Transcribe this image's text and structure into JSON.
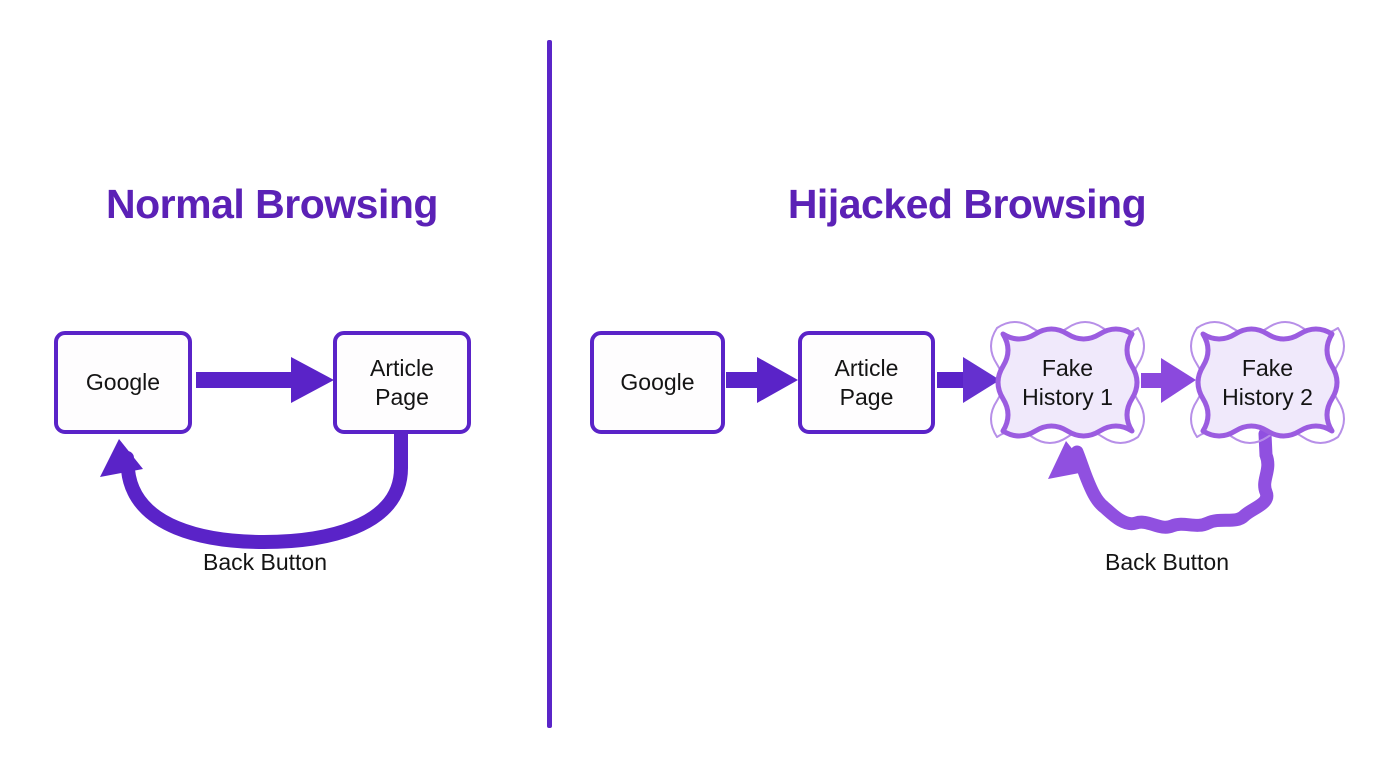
{
  "diagram": {
    "left_panel": {
      "title": "Normal Browsing",
      "nodes": {
        "google": "Google",
        "article": "Article Page"
      },
      "back_arrow_label": "Back Button"
    },
    "right_panel": {
      "title": "Hijacked Browsing",
      "nodes": {
        "google": "Google",
        "article": "Article Page",
        "fake1": "Fake History 1",
        "fake2": "Fake History 2"
      },
      "back_arrow_label": "Back Button"
    },
    "colors": {
      "title_text": "#5b21b6",
      "node_border": "#5a23c8",
      "normal_arrow": "#5a23c8",
      "hijack_arrow": "#9050e0",
      "fake_node_border": "#9b5ce0",
      "fake_node_border_echo": "#b78fe8",
      "fake_node_fill": "#f0e9fb",
      "divider": "#5a25c8",
      "label_text": "#141414",
      "background": "#ffffff"
    }
  }
}
